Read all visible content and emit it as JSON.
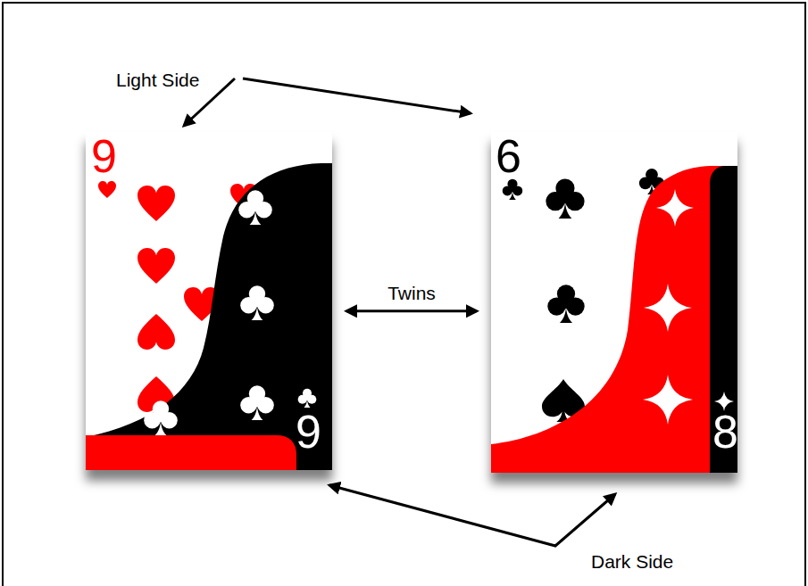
{
  "diagram": {
    "nodes": [
      {
        "text": [
          "9",
          "9"
        ]
      },
      {
        "text": [
          "6",
          "8"
        ]
      }
    ],
    "edges": [
      {
        "from": 0,
        "to": 1,
        "arrow": "both",
        "label": "Twins"
      }
    ],
    "labels": [
      "Light Side",
      "Dark Side"
    ]
  }
}
